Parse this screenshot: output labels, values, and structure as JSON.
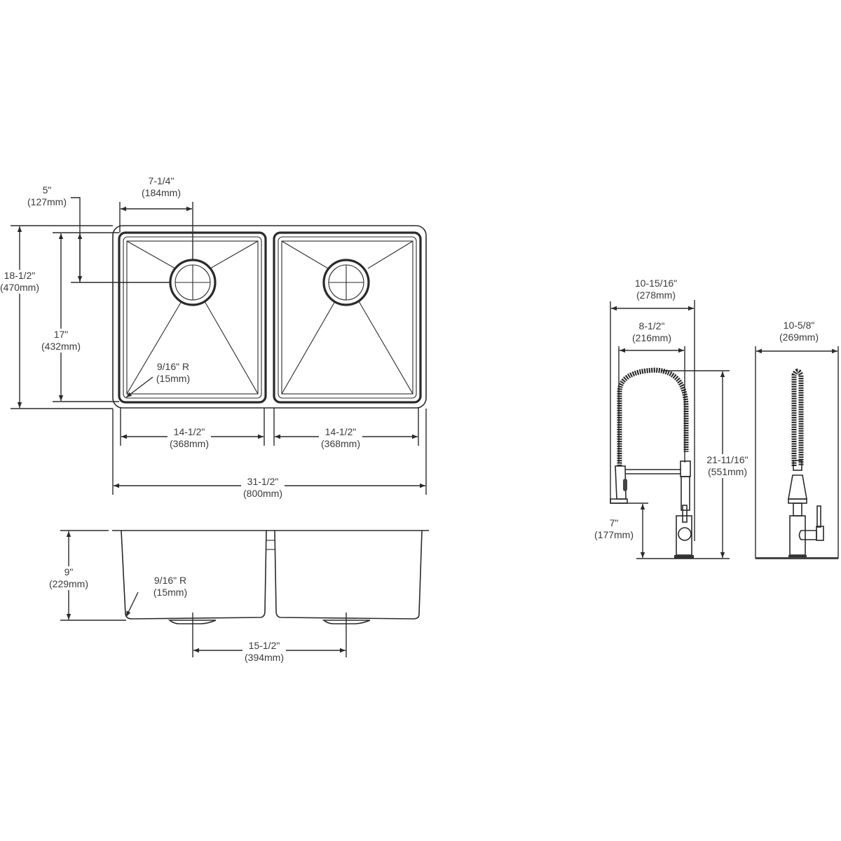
{
  "drawing": {
    "title": "Double bowl undermount sink with pull-down faucet — dimension drawing",
    "line_color": "#2a2a2a",
    "text_color": "#3a3a3a"
  },
  "sink_top_view": {
    "drain_offset": {
      "inch": "5\"",
      "mm": "(127mm)"
    },
    "drain_center_from_side": {
      "inch": "7-1/4\"",
      "mm": "(184mm)"
    },
    "overall_depth": {
      "inch": "18-1/2\"",
      "mm": "(470mm)"
    },
    "bowl_depth": {
      "inch": "17\"",
      "mm": "(432mm)"
    },
    "corner_radius": {
      "inch": "9/16\" R",
      "mm": "(15mm)"
    },
    "left_bowl_width": {
      "inch": "14-1/2\"",
      "mm": "(368mm)"
    },
    "right_bowl_width": {
      "inch": "14-1/2\"",
      "mm": "(368mm)"
    },
    "overall_width": {
      "inch": "31-1/2\"",
      "mm": "(800mm)"
    }
  },
  "sink_front_view": {
    "bowl_height": {
      "inch": "9\"",
      "mm": "(229mm)"
    },
    "corner_radius": {
      "inch": "9/16\" R",
      "mm": "(15mm)"
    },
    "drain_spacing": {
      "inch": "15-1/2\"",
      "mm": "(394mm)"
    }
  },
  "faucet_front_view": {
    "overall_reach": {
      "inch": "10-15/16\"",
      "mm": "(278mm)"
    },
    "spout_reach": {
      "inch": "8-1/2\"",
      "mm": "(216mm)"
    },
    "overall_height": {
      "inch": "21-11/16\"",
      "mm": "(551mm)"
    },
    "spout_clearance": {
      "inch": "7\"",
      "mm": "(177mm)"
    }
  },
  "faucet_side_view": {
    "width": {
      "inch": "10-5/8\"",
      "mm": "(269mm)"
    }
  }
}
